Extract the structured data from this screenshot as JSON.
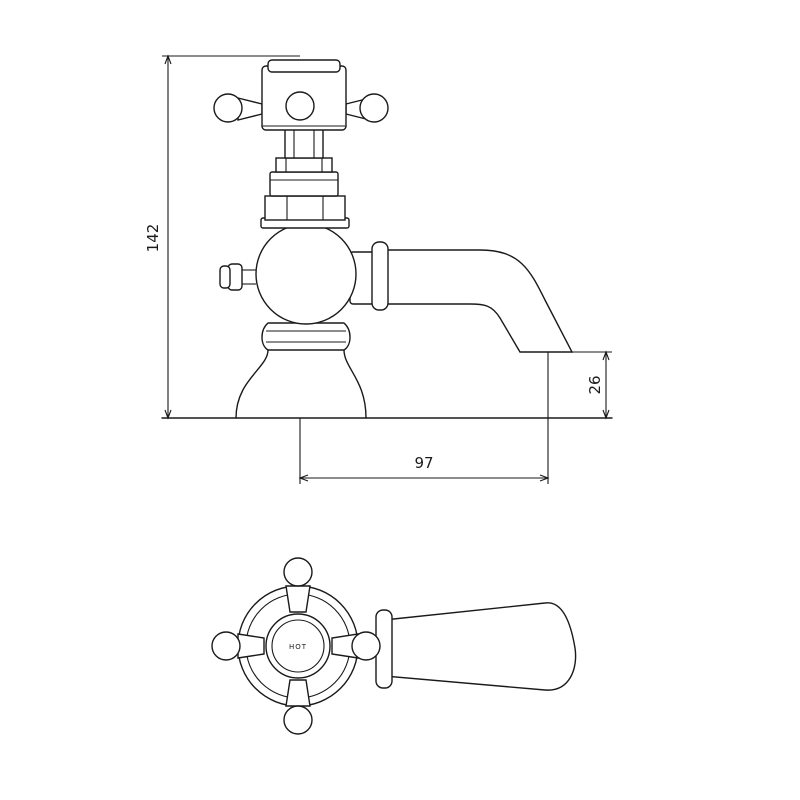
{
  "dimensions": {
    "height": "142",
    "projection": "97",
    "spout_height": "26"
  },
  "handle_label": "HOT",
  "colors": {
    "line": "#1a1a1a",
    "background": "#ffffff"
  }
}
